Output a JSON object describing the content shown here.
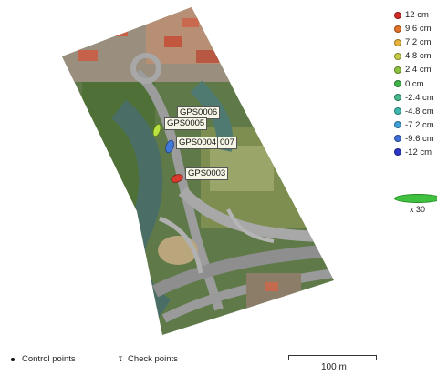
{
  "gps_points": [
    {
      "label": "GPS0006",
      "error_color": "#f4f4a6"
    },
    {
      "label": "GPS0005",
      "error_color": "#b9e240"
    },
    {
      "label": "GPS0004",
      "error_color": "#3f78d6"
    },
    {
      "label": "007",
      "error_color": "#c8c0b0"
    },
    {
      "label": "GPS0003",
      "error_color": "#d93a2b"
    }
  ],
  "legend": {
    "items": [
      {
        "label": "12 cm",
        "color": "#d42a25"
      },
      {
        "label": "9.6 cm",
        "color": "#e2732b"
      },
      {
        "label": "7.2 cm",
        "color": "#e8b33a"
      },
      {
        "label": "4.8 cm",
        "color": "#c6cc45"
      },
      {
        "label": "2.4 cm",
        "color": "#8dc23e"
      },
      {
        "label": "0 cm",
        "color": "#3fb24a"
      },
      {
        "label": "-2.4 cm",
        "color": "#46b88c"
      },
      {
        "label": "-4.8 cm",
        "color": "#3fb7b0"
      },
      {
        "label": "-7.2 cm",
        "color": "#3f9fd6"
      },
      {
        "label": "-9.6 cm",
        "color": "#3e6fd8"
      },
      {
        "label": "-12 cm",
        "color": "#2d36c4"
      }
    ],
    "scale_factor": "x 30",
    "ellipse_color": "#3fc13f"
  },
  "footer": {
    "control_points_label": "Control points",
    "check_points_label": "Check points",
    "check_symbol": "τ",
    "scale_label": "100 m"
  }
}
